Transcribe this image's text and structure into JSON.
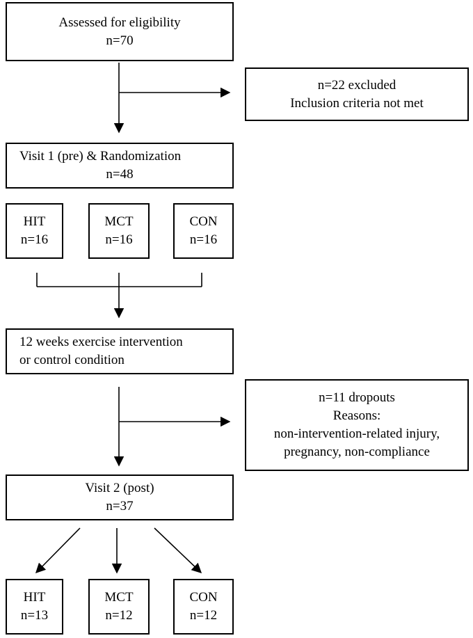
{
  "boxes": {
    "eligibility": {
      "line1": "Assessed for eligibility",
      "line2": "n=70"
    },
    "excluded": {
      "line1": "n=22  excluded",
      "line2": "Inclusion  criteria not met"
    },
    "visit1": {
      "line1": "Visit 1 (pre) & Randomization",
      "line2": "n=48"
    },
    "group_pre": [
      {
        "label": "HIT",
        "n": "n=16"
      },
      {
        "label": "MCT",
        "n": "n=16"
      },
      {
        "label": "CON",
        "n": "n=16"
      }
    ],
    "intervention": {
      "line1": "12 weeks exercise intervention",
      "line2": "or control condition"
    },
    "dropouts": {
      "line1": "n=11  dropouts",
      "line2": "Reasons:",
      "line3": "non-intervention-related injury,",
      "line4": "pregnancy, non-compliance"
    },
    "visit2": {
      "line1": "Visit 2 (post)",
      "line2": "n=37"
    },
    "group_post": [
      {
        "label": "HIT",
        "n": "n=13"
      },
      {
        "label": "MCT",
        "n": "n=12"
      },
      {
        "label": "CON",
        "n": "n=12"
      }
    ]
  }
}
